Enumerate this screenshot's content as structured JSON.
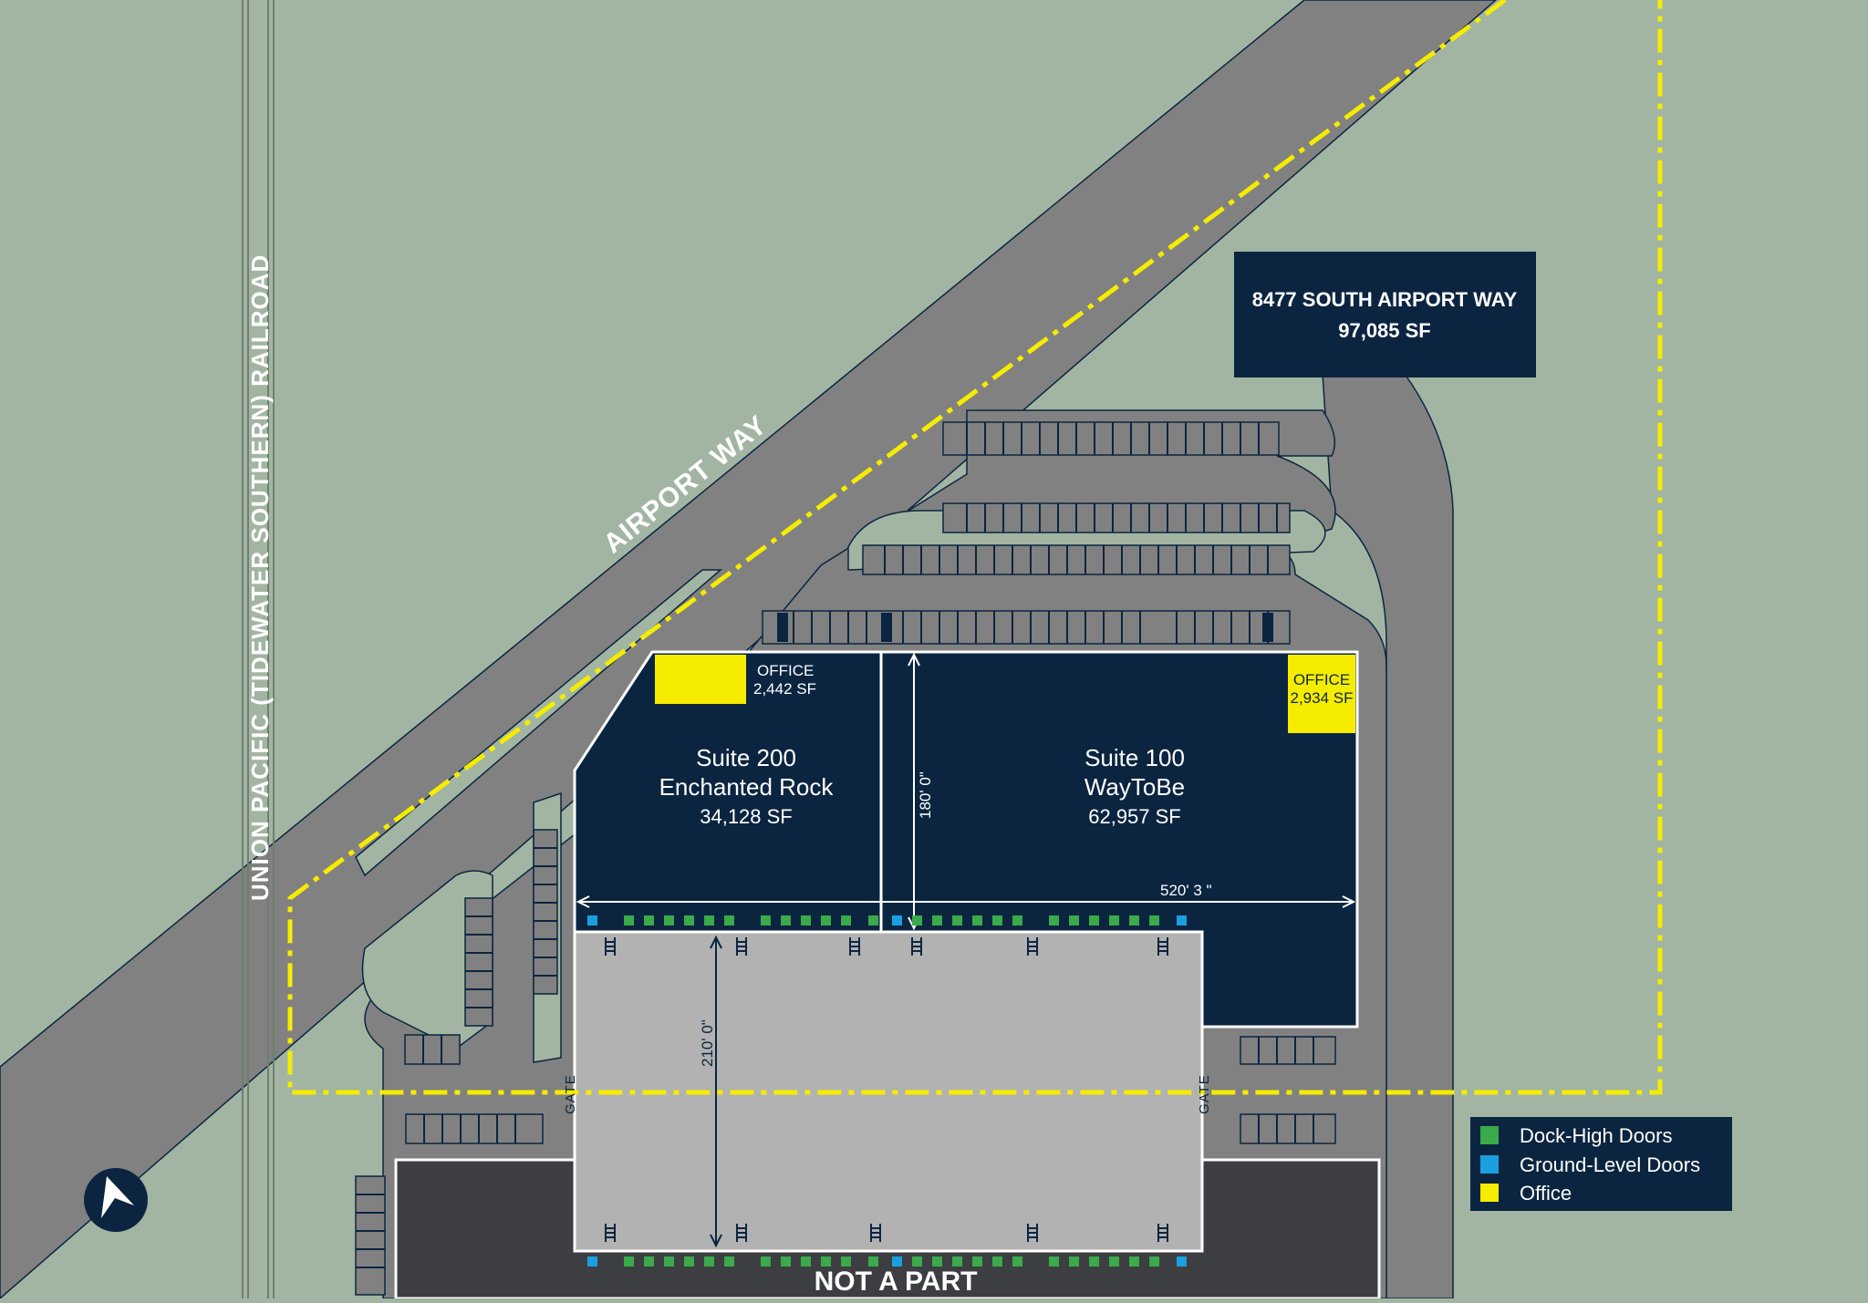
{
  "property": {
    "address": "8477 SOUTH AIRPORT WAY",
    "total_area": "97,085 SF"
  },
  "roads": {
    "airport_way": "AIRPORT WAY",
    "railroad": "UNION PACIFIC (TIDEWATER SOUTHERN) RAILROAD"
  },
  "suites": [
    {
      "name": "Suite 200",
      "tenant": "Enchanted Rock",
      "area": "34,128 SF",
      "office_label": "OFFICE",
      "office_area": "2,442 SF"
    },
    {
      "name": "Suite 100",
      "tenant": "WayToBe",
      "area": "62,957 SF",
      "office_label": "OFFICE",
      "office_area": "2,934 SF"
    }
  ],
  "dimensions": {
    "building_depth": "180' 0\"",
    "building_width": "520' 3 \"",
    "truck_court": "210' 0\""
  },
  "gate_label": "GATE",
  "not_a_part": "NOT A PART",
  "legend": [
    {
      "label": "Dock-High Doors",
      "color": "#3aaa4a"
    },
    {
      "label": "Ground-Level Doors",
      "color": "#1a9fe0"
    },
    {
      "label": "Office",
      "color": "#f5ec00"
    }
  ],
  "colors": {
    "grass": "#a2b5a2",
    "road": "#818181",
    "building": "#0b2540",
    "truck_court": "#b2b2b2",
    "neighbor_building": "#3c3e42",
    "property_line": "#f5ec00"
  }
}
